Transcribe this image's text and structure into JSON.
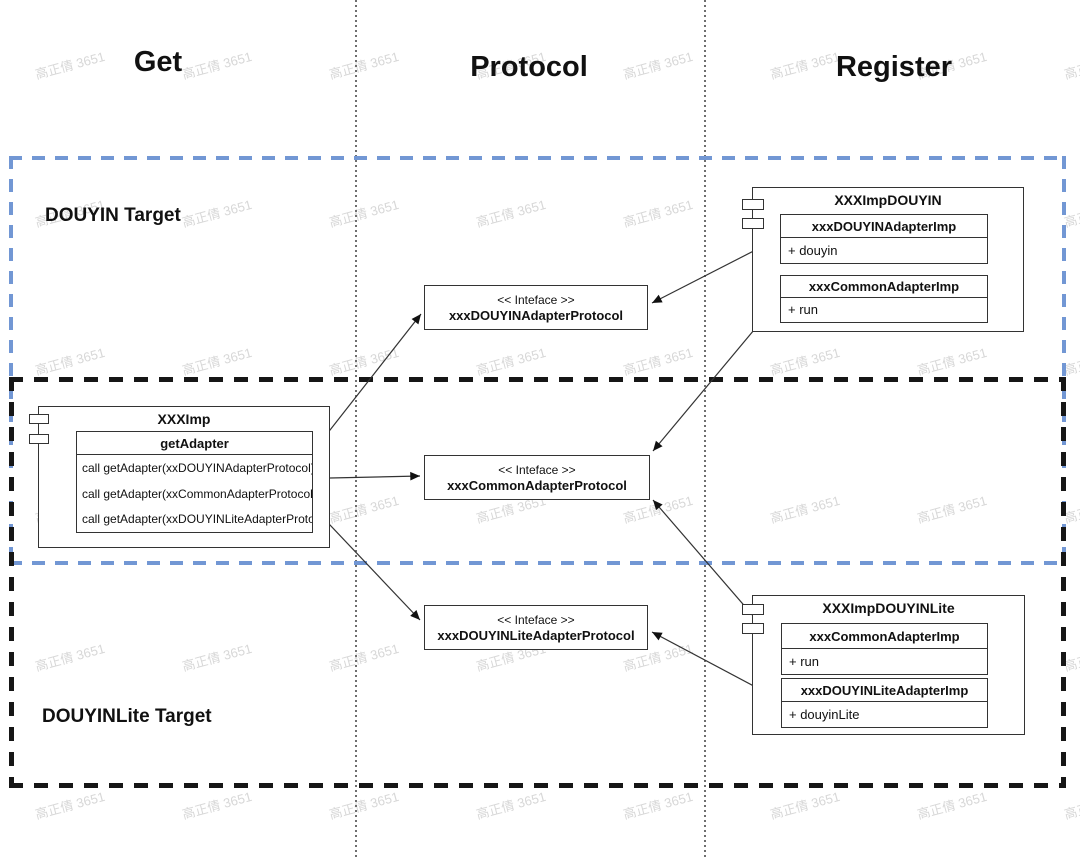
{
  "diagram": {
    "columns": [
      {
        "label": "Get"
      },
      {
        "label": "Protocol"
      },
      {
        "label": "Register"
      }
    ],
    "regions": [
      {
        "label": "DOUYIN Target"
      },
      {
        "label": "DOUYINLite Target"
      }
    ],
    "components": [
      {
        "title": "XXXImpDOUYIN",
        "classes": [
          {
            "name": "xxxDOUYINAdapterImp",
            "members": [
              "+ douyin"
            ]
          },
          {
            "name": "xxxCommonAdapterImp",
            "members": [
              "+ run"
            ]
          }
        ]
      },
      {
        "title": "XXXImp",
        "classes": [
          {
            "name": "getAdapter",
            "members": [
              "call getAdapter(xxDOUYINAdapterProtocol)",
              "call getAdapter(xxCommonAdapterProtocol)",
              "call getAdapter(xxDOUYINLiteAdapterProtoc"
            ]
          }
        ]
      },
      {
        "title": "XXXImpDOUYINLite",
        "classes": [
          {
            "name": "xxxCommonAdapterImp",
            "members": [
              "+ run"
            ]
          },
          {
            "name": "xxxDOUYINLiteAdapterImp",
            "members": [
              "+ douyinLite"
            ]
          }
        ]
      }
    ],
    "interfaces": [
      {
        "stereotype": "<< Inteface >>",
        "name": "xxxDOUYINAdapterProtocol"
      },
      {
        "stereotype": "<< Inteface >>",
        "name": "xxxCommonAdapterProtocol"
      },
      {
        "stereotype": "<< Inteface >>",
        "name": "xxxDOUYINLiteAdapterProtocol"
      }
    ]
  },
  "watermark": {
    "text": "高正倩 3651"
  },
  "colors": {
    "region_douyin": "#7297d4",
    "region_douyinlite": "#161616",
    "line": "#333333"
  }
}
